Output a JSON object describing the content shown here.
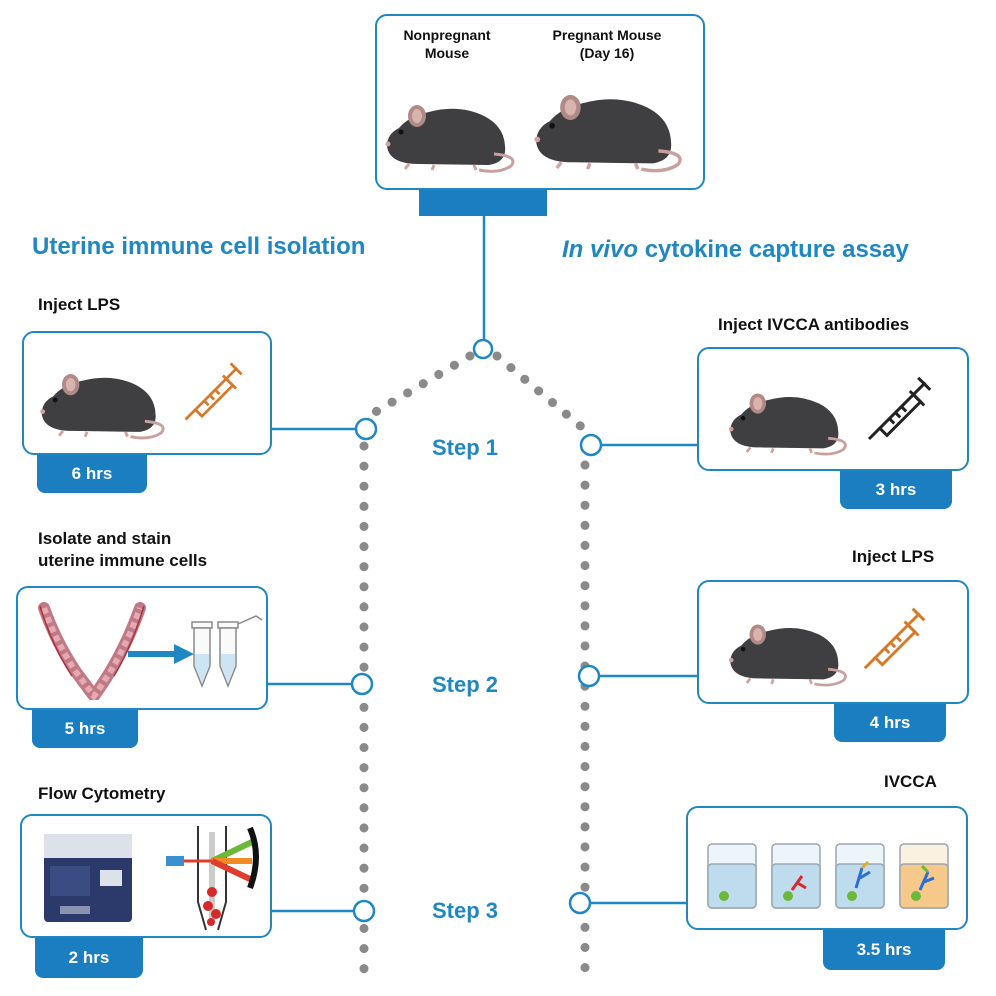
{
  "top_panel": {
    "nonpregnant_label": "Nonpregnant Mouse",
    "pregnant_label_line1": "Pregnant Mouse",
    "pregnant_label_line2": "(Day 16)"
  },
  "left_section": {
    "title": "Uterine immune cell isolation",
    "steps": [
      {
        "label": "Inject LPS",
        "duration": "6 hrs"
      },
      {
        "label_line1": "Isolate and stain",
        "label_line2": "uterine immune cells",
        "duration": "5 hrs"
      },
      {
        "label": "Flow Cytometry",
        "duration": "2 hrs"
      }
    ]
  },
  "right_section": {
    "title_italic": "In vivo",
    "title_rest": " cytokine capture assay",
    "steps": [
      {
        "label": "Inject IVCCA antibodies",
        "duration": "3 hrs"
      },
      {
        "label": "Inject LPS",
        "duration": "4 hrs"
      },
      {
        "label": "IVCCA",
        "duration": "3.5 hrs"
      }
    ]
  },
  "step_labels": [
    "Step 1",
    "Step 2",
    "Step 3"
  ],
  "colors": {
    "accent": "#1f87c2",
    "tag": "#1a7ec0",
    "dots": "#8a8a8a",
    "syringe_orange": "#d67a2a"
  },
  "icons": [
    "mouse-icon",
    "syringe-icon",
    "uterus-icon",
    "tube-icon",
    "flow-cytometer-icon",
    "beaker-icon"
  ]
}
